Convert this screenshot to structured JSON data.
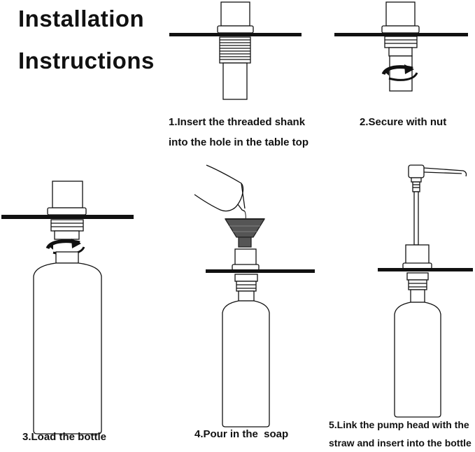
{
  "title": {
    "line1": "Installation",
    "line2": "Instructions"
  },
  "steps": [
    {
      "line1": "1.Insert the threaded shank",
      "line2": "into the hole in the table top"
    },
    {
      "line1": "2.Secure with nut"
    },
    {
      "line1": "3.Load the bottle"
    },
    {
      "line1": "4.Pour in the  soap"
    },
    {
      "line1": "5.Link the pump head with the",
      "line2": "straw and insert into the bottle"
    }
  ],
  "colors": {
    "ink": "#111111",
    "funnel": "#555555",
    "background": "#ffffff"
  },
  "icons": [
    "table-top",
    "threaded-shank",
    "nut",
    "rotation-arrow",
    "bottle",
    "soap-jug",
    "funnel",
    "pump-head",
    "straw"
  ]
}
